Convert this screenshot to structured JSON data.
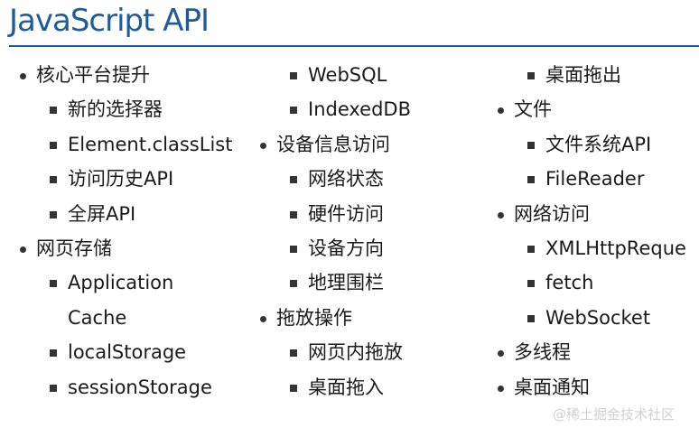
{
  "title": "JavaScript API",
  "col1": [
    {
      "kind": "l1",
      "text": "核心平台提升"
    },
    {
      "kind": "l2",
      "text": "新的选择器"
    },
    {
      "kind": "l2",
      "text": "Element.classList"
    },
    {
      "kind": "l2",
      "text": "访问历史API"
    },
    {
      "kind": "l2",
      "text": "全屏API"
    },
    {
      "kind": "l1",
      "text": "网页存储"
    },
    {
      "kind": "l2",
      "text": "Application"
    },
    {
      "kind": "cont",
      "text": "Cache"
    },
    {
      "kind": "l2",
      "text": "localStorage"
    },
    {
      "kind": "l2",
      "text": "sessionStorage"
    }
  ],
  "col2": [
    {
      "kind": "l2",
      "text": "WebSQL"
    },
    {
      "kind": "l2",
      "text": "IndexedDB"
    },
    {
      "kind": "l1",
      "text": "设备信息访问"
    },
    {
      "kind": "l2",
      "text": "网络状态"
    },
    {
      "kind": "l2",
      "text": "硬件访问"
    },
    {
      "kind": "l2",
      "text": "设备方向"
    },
    {
      "kind": "l2",
      "text": "地理围栏"
    },
    {
      "kind": "l1",
      "text": "拖放操作"
    },
    {
      "kind": "l2",
      "text": "网页内拖放"
    },
    {
      "kind": "l2",
      "text": "桌面拖入"
    }
  ],
  "col3": [
    {
      "kind": "l2",
      "text": "桌面拖出"
    },
    {
      "kind": "l1",
      "text": "文件"
    },
    {
      "kind": "l2",
      "text": "文件系统API"
    },
    {
      "kind": "l2",
      "text": "FileReader"
    },
    {
      "kind": "l1",
      "text": "网络访问"
    },
    {
      "kind": "l2",
      "text": "XMLHttpReque"
    },
    {
      "kind": "l2",
      "text": "fetch"
    },
    {
      "kind": "l2",
      "text": "WebSocket"
    },
    {
      "kind": "l1",
      "text": "多线程"
    },
    {
      "kind": "l1",
      "text": "桌面通知"
    }
  ],
  "watermark": "@稀土掘金技术社区",
  "colors": {
    "title": "#1f5a9a",
    "text": "#1a1a1a",
    "bullet": "#333333"
  }
}
